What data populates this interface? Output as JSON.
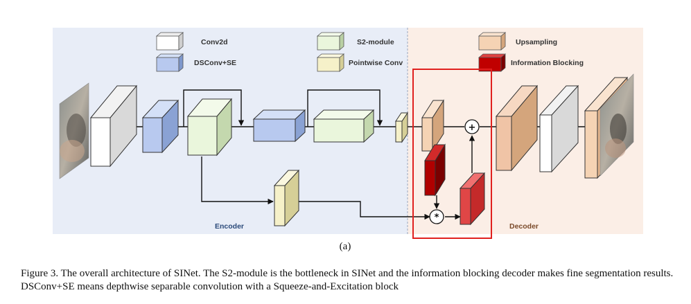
{
  "legend": [
    {
      "label": "Conv2d",
      "color": "#ffffff",
      "side": "#cfcfcf"
    },
    {
      "label": "DSConv+SE",
      "color": "#b8c9ef",
      "side": "#7f98cc"
    },
    {
      "label": "S2-module",
      "color": "#eaf6dc",
      "side": "#b9d0a4"
    },
    {
      "label": "Pointwise Conv",
      "color": "#f6f1c9",
      "side": "#d6cf97"
    },
    {
      "label": "Upsampling",
      "color": "#f5d3b4",
      "side": "#d4a57c"
    },
    {
      "label": "Information Blocking",
      "color": "#c00000",
      "side": "#7a0000"
    }
  ],
  "sections": {
    "encoder": "Encoder",
    "decoder": "Decoder"
  },
  "ops": {
    "add": "+",
    "mul": "*"
  },
  "subfigure_label": "(a)",
  "caption": "Figure 3. The overall architecture of SINet. The S2-module is the bottleneck in SINet and the information blocking decoder makes fine segmentation results. DSConv+SE means depthwise separable convolution with a Squeeze-and-Excitation block",
  "colors": {
    "encoder_bg": "#e8edf7",
    "decoder_bg": "#fbeee6",
    "highlight": "#e0201e"
  }
}
